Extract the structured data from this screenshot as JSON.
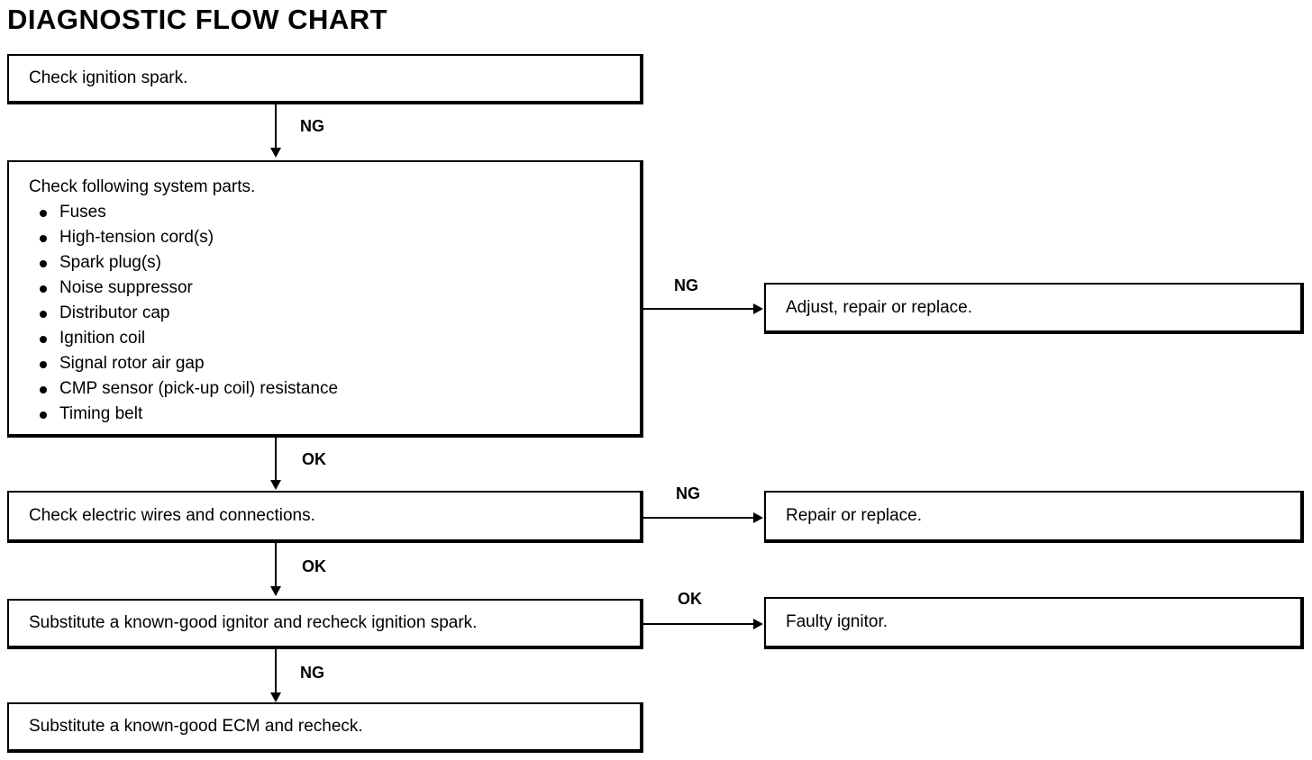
{
  "title": "DIAGNOSTIC FLOW CHART",
  "nodes": {
    "check_spark": "Check ignition spark.",
    "check_parts_heading": "Check following system parts.",
    "check_parts_items": [
      "Fuses",
      "High-tension cord(s)",
      "Spark plug(s)",
      "Noise suppressor",
      "Distributor cap",
      "Ignition coil",
      "Signal rotor air gap",
      "CMP sensor (pick-up coil) resistance",
      "Timing belt"
    ],
    "adjust_repair": "Adjust, repair or replace.",
    "check_wires": "Check electric wires and connections.",
    "repair_replace": "Repair or replace.",
    "substitute_ignitor": "Substitute a known-good ignitor and recheck ignition spark.",
    "faulty_ignitor": "Faulty ignitor.",
    "substitute_ecm": "Substitute a known-good ECM and recheck."
  },
  "edge_labels": {
    "spark_to_parts": "NG",
    "parts_to_adjust": "NG",
    "parts_to_wires": "OK",
    "wires_to_repair": "NG",
    "wires_to_ignitor": "OK",
    "ignitor_to_faulty": "OK",
    "ignitor_to_ecm": "NG"
  },
  "colors": {
    "line": "#000000",
    "background": "#ffffff",
    "text": "#000000"
  },
  "chart_data": {
    "type": "diagram",
    "title": "DIAGNOSTIC FLOW CHART",
    "orientation": "top-to-bottom",
    "nodes": [
      {
        "id": "check_spark",
        "label": "Check ignition spark.",
        "column": "main",
        "row": 1
      },
      {
        "id": "check_parts",
        "label": "Check following system parts.",
        "column": "main",
        "row": 2
      },
      {
        "id": "adjust_repair",
        "label": "Adjust, repair or replace.",
        "column": "right",
        "row": 2
      },
      {
        "id": "check_wires",
        "label": "Check electric wires and connections.",
        "column": "main",
        "row": 3
      },
      {
        "id": "repair_replace",
        "label": "Repair or replace.",
        "column": "right",
        "row": 3
      },
      {
        "id": "substitute_ignitor",
        "label": "Substitute a known-good ignitor and recheck ignition spark.",
        "column": "main",
        "row": 4
      },
      {
        "id": "faulty_ignitor",
        "label": "Faulty ignitor.",
        "column": "right",
        "row": 4
      },
      {
        "id": "substitute_ecm",
        "label": "Substitute a known-good ECM and recheck.",
        "column": "main",
        "row": 5
      }
    ],
    "edges": [
      {
        "from": "check_spark",
        "to": "check_parts",
        "label": "NG",
        "direction": "down"
      },
      {
        "from": "check_parts",
        "to": "adjust_repair",
        "label": "NG",
        "direction": "right"
      },
      {
        "from": "check_parts",
        "to": "check_wires",
        "label": "OK",
        "direction": "down"
      },
      {
        "from": "check_wires",
        "to": "repair_replace",
        "label": "NG",
        "direction": "right"
      },
      {
        "from": "check_wires",
        "to": "substitute_ignitor",
        "label": "OK",
        "direction": "down"
      },
      {
        "from": "substitute_ignitor",
        "to": "faulty_ignitor",
        "label": "OK",
        "direction": "right"
      },
      {
        "from": "substitute_ignitor",
        "to": "substitute_ecm",
        "label": "NG",
        "direction": "down"
      }
    ]
  }
}
